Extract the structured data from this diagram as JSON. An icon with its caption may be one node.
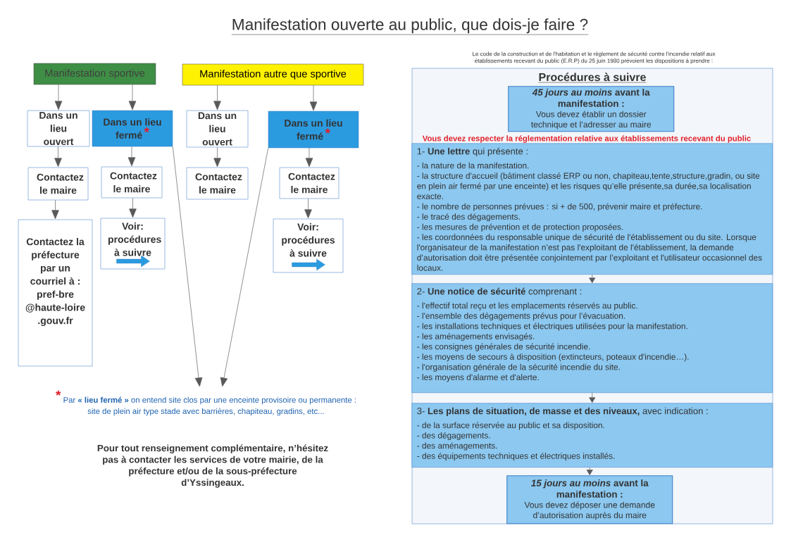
{
  "diagram": {
    "title": "Manifestation ouverte au public, que dois-je faire ?",
    "nodes": [
      {
        "text": [
          "Manifestation sportive"
        ]
      },
      {
        "text": [
          "Manifestation autre que sportive"
        ]
      },
      {
        "text": [
          "Dans un lieu ouvert"
        ]
      },
      {
        "text": [
          "Dans un lieu fermé",
          "*"
        ]
      },
      {
        "text": [
          "Dans un lieu ouvert"
        ]
      },
      {
        "text": [
          "Dans un lieu fermé",
          "*"
        ]
      },
      {
        "text": [
          "Contactez le maire"
        ]
      },
      {
        "text": [
          "Contactez le maire"
        ]
      },
      {
        "text": [
          "Contactez le maire"
        ]
      },
      {
        "text": [
          "Contactez le maire"
        ]
      },
      {
        "text": [
          "Contactez la préfecture par un courriel à : pref-bre @haute-loire .gouv.fr"
        ]
      },
      {
        "text": [
          "Voir: procédures à suivre"
        ]
      },
      {
        "text": [
          "Voir: procédures à suivre"
        ]
      },
      {
        "text": [
          "*",
          "Par **« lieu fermé »** on entend site clos par une enceinte provisoire ou permanente : site de plein air type stade avec barrières, chapiteau, gradins, etc..."
        ]
      },
      {
        "text": [
          "Procédures à suivre"
        ]
      },
      {
        "text": [
          "*45 jours au moins* avant la manifestation :",
          "Vous devez établir un dossier technique et l’adresser au maire"
        ],
        "in": 14
      },
      {
        "text": [
          "1- **Une lettre** qui présente :",
          "- la nature de la manifestation.",
          "- la structure d'accueil (bâtiment classé ERP ou non, chapiteau,tente,structure,gradin, ou site en plein air fermé par une enceinte) et les risques qu’elle présente,sa durée,sa localisation exacte.",
          "- le nombre de personnes prévues : si + de 500, prévenir maire et préfecture.",
          "- le tracé des dégagements.",
          "- les mesures de prévention et de protection proposées.",
          "- les coordonnées du responsable unique de sécurité de l'établissement ou du site. Lorsque l'organisateur de la manifestation n’est pas l'exploitant de l'établissement, la demande d’autorisation doit être présentée conjointement par l’exploitant et l'utilisateur occasionnel des locaux."
        ],
        "in": 14
      },
      {
        "text": [
          "2- **Une notice de sécurité** comprenant :",
          "- l'effectif total reçu et les emplacements réservés au public.",
          "- l'ensemble des dégagements prévus pour l’évacuation.",
          "- les installations techniques et électriques utilisées pour la manifestation.",
          "- les aménagements envisagés.",
          "- les consignes générales de sécurité incendie.",
          "- les moyens de secours à disposition (extincteurs, poteaux d'incendie…).",
          "- l'organisation générale de la sécurité incendie du site.",
          "- les moyens d'alarme et d'alerte."
        ],
        "in": 14
      },
      {
        "text": [
          "3- **Les plans de situation, de masse et des niveaux,** avec indication :",
          "- de la surface réservée au public et sa disposition.",
          "- des dégagements.",
          "- des aménagements.",
          "- des équipements techniques et électriques installés."
        ],
        "in": 14
      },
      {
        "text": [
          "*15 jours au moins* avant la manifestation :",
          "Vous devez déposer une demande d’autorisation auprès du maire"
        ],
        "in": 14
      }
    ],
    "edges": [
      {
        "from": 0,
        "to": 2,
        "arrow": "to"
      },
      {
        "from": 0,
        "to": 3,
        "arrow": "to"
      },
      {
        "from": 1,
        "to": 4,
        "arrow": "to"
      },
      {
        "from": 1,
        "to": 5,
        "arrow": "to"
      },
      {
        "from": 2,
        "to": 6,
        "arrow": "to"
      },
      {
        "from": 3,
        "to": 7,
        "arrow": "to"
      },
      {
        "from": 4,
        "to": 8,
        "arrow": "to"
      },
      {
        "from": 5,
        "to": 9,
        "arrow": "to"
      },
      {
        "from": 6,
        "to": 10,
        "arrow": "to"
      },
      {
        "from": 7,
        "to": 11,
        "arrow": "to"
      },
      {
        "from": 9,
        "to": 12,
        "arrow": "to"
      },
      {
        "from": 3,
        "to": 13,
        "arrow": "to"
      },
      {
        "from": 5,
        "to": 13,
        "arrow": "to"
      },
      {
        "from": 16,
        "to": 17,
        "arrow": "to"
      },
      {
        "from": 17,
        "to": 18,
        "arrow": "to"
      },
      {
        "from": 18,
        "to": 19,
        "arrow": "to"
      }
    ],
    "labels": [
      "Le code de la construction et de l'habitation et le règlement de sécurité contre l'incendie relatif aux établissements recevant du public (E.R.P) du 25 juin 1980 prévoient les dispositions à prendre :",
      "Vous devez respecter la réglementation relative aux établissements recevant du public",
      "Pour tout renseignement complémentaire, n’hésitez pas à contacter les services de votre mairie, de la préfecture et/ou de la sous-préfecture d’Yssingeaux."
    ]
  }
}
